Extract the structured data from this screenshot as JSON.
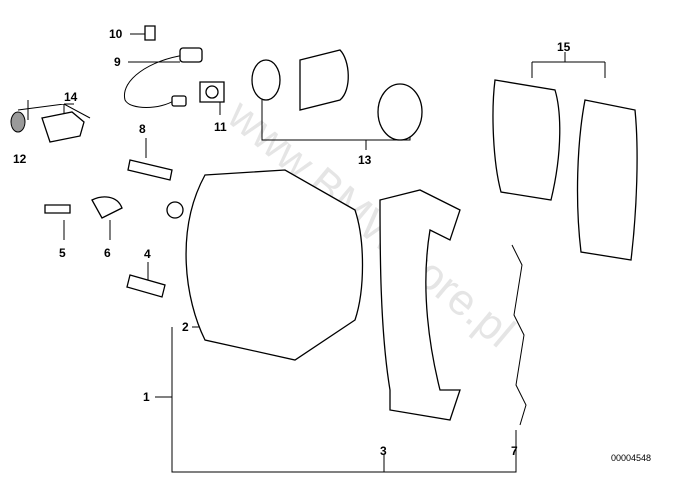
{
  "diagram": {
    "callouts": [
      "1",
      "2",
      "3",
      "4",
      "5",
      "6",
      "7",
      "8",
      "9",
      "10",
      "11",
      "12",
      "13",
      "14",
      "15"
    ],
    "drawing_number": "00004548",
    "watermark": "www.BMWstore.pl"
  }
}
